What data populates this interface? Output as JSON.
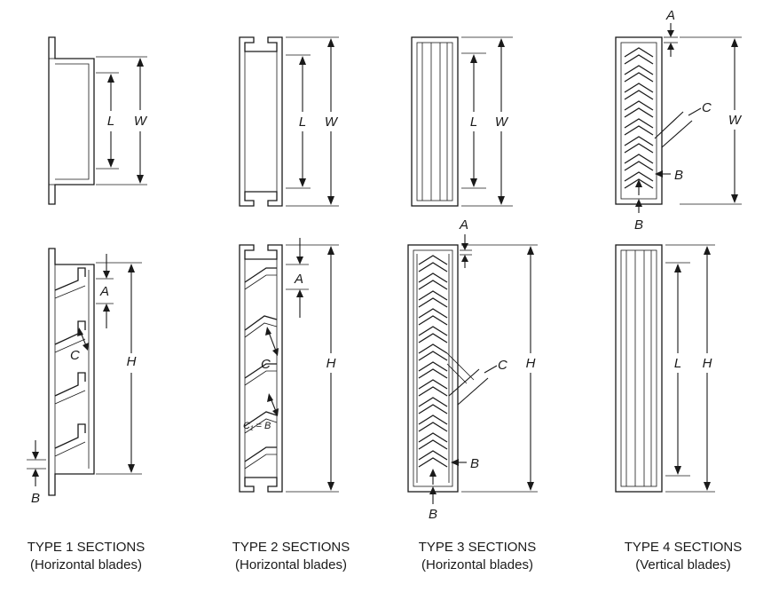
{
  "captions": [
    {
      "title": "TYPE 1 SECTIONS",
      "subtitle": "(Horizontal blades)"
    },
    {
      "title": "TYPE 2 SECTIONS",
      "subtitle": "(Horizontal blades)"
    },
    {
      "title": "TYPE 3 SECTIONS",
      "subtitle": "(Horizontal blades)"
    },
    {
      "title": "TYPE 4 SECTIONS",
      "subtitle": "(Vertical blades)"
    }
  ],
  "labels": {
    "L": "L",
    "W": "W",
    "H": "H",
    "A": "A",
    "B": "B",
    "C": "C",
    "C1_eq_B": "C₁ = B"
  }
}
